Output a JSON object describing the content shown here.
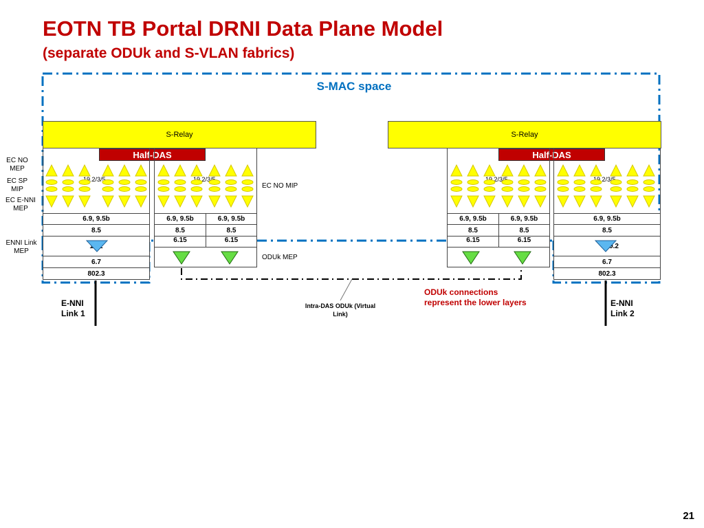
{
  "slide": {
    "title": "EOTN TB Portal DRNI Data Plane Model",
    "subtitle": "(separate ODUk and S-VLAN fabrics)",
    "page_number": "21"
  },
  "smac_space": {
    "label": "S-MAC space"
  },
  "left_node": {
    "relay_label": "S-Relay",
    "half_das_label": "Half-DAS",
    "tile_a": {
      "clause": "19.2/3/5",
      "row1": "6.9, 9.5b",
      "row2": "8.5",
      "row3": "19.2",
      "row4": "6.7",
      "row5": "802.3"
    },
    "tile_b": {
      "clause": "19.2/3/5",
      "row1": "6.9, 9.5b",
      "row2": "8.5",
      "row3": "6.15"
    },
    "tile_c": {
      "row1": "6.9, 9.5b",
      "row2": "8.5",
      "row3": "6.15"
    }
  },
  "right_node": {
    "relay_label": "S-Relay",
    "half_das_label": "Half-DAS",
    "tile_a": {
      "clause": "19.2/3/5",
      "row1": "6.9, 9.5b",
      "row2": "8.5",
      "row3": "6.15"
    },
    "tile_b": {
      "row1": "6.9, 9.5b",
      "row2": "8.5",
      "row3": "6.15"
    },
    "tile_c": {
      "clause": "19.2/3/5",
      "row1": "6.9, 9.5b",
      "row2": "8.5",
      "row3": "19.2",
      "row4": "6.7",
      "row5": "802.3"
    }
  },
  "side_labels": {
    "ec_no_mep": "EC NO MEP",
    "ec_sp_mip": "EC SP MIP",
    "ec_enni_mep": "EC E-NNI MEP",
    "enni_link_mep": "ENNI Link MEP",
    "ec_no_mip": "EC NO MIP",
    "oduk_mep": "ODUk MEP"
  },
  "links": {
    "enni_link_1": "E-NNI Link 1",
    "enni_link_2": "E-NNI Link 2",
    "intra_das": "Intra-DAS ODUk (Virtual Link)",
    "oduk_note": "ODUk connections represent the lower layers"
  },
  "colors": {
    "title_red": "#c00000",
    "smac_blue": "#0070c0",
    "relay_yellow": "#ffff00",
    "half_das_red": "#c00000",
    "enni_mep_blue": "#5bb7f0",
    "oduk_mep_green": "#66dd44"
  }
}
